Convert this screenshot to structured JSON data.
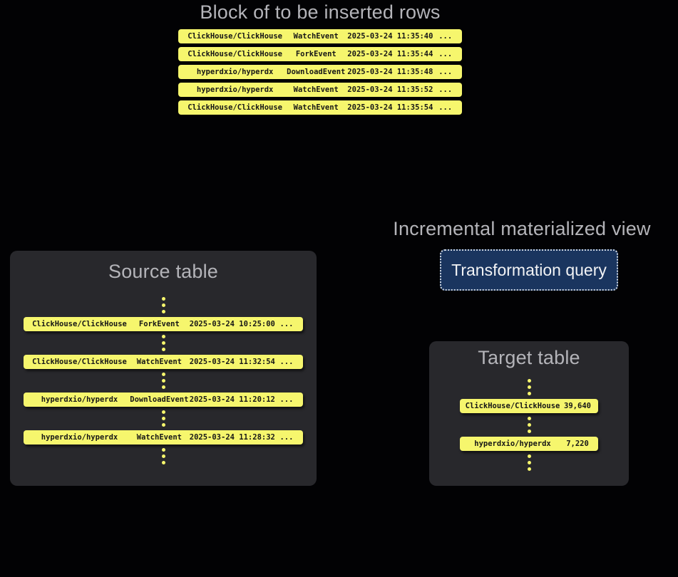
{
  "colors": {
    "background": "#020204",
    "panel_bg": "#28282c",
    "row_yellow": "#f6f66d",
    "row_text": "#161616",
    "title_gray": "#b4b4b9",
    "button_bg": "#1a355f",
    "button_border": "#cdd5e0",
    "button_text": "#f2f3f5"
  },
  "insert_block": {
    "title": "Block of to be inserted rows",
    "ellipsis": "...",
    "rows": [
      {
        "repo": "ClickHouse/ClickHouse",
        "event": "WatchEvent",
        "timestamp": "2025-03-24 11:35:40"
      },
      {
        "repo": "ClickHouse/ClickHouse",
        "event": "ForkEvent",
        "timestamp": "2025-03-24 11:35:44"
      },
      {
        "repo": "hyperdxio/hyperdx",
        "event": "DownloadEvent",
        "timestamp": "2025-03-24 11:35:48"
      },
      {
        "repo": "hyperdxio/hyperdx",
        "event": "WatchEvent",
        "timestamp": "2025-03-24 11:35:52"
      },
      {
        "repo": "ClickHouse/ClickHouse",
        "event": "WatchEvent",
        "timestamp": "2025-03-24 11:35:54"
      }
    ]
  },
  "source_table": {
    "title": "Source table",
    "ellipsis": "...",
    "rows": [
      {
        "repo": "ClickHouse/ClickHouse",
        "event": "ForkEvent",
        "timestamp": "2025-03-24 10:25:00"
      },
      {
        "repo": "ClickHouse/ClickHouse",
        "event": "WatchEvent",
        "timestamp": "2025-03-24 11:32:54"
      },
      {
        "repo": "hyperdxio/hyperdx",
        "event": "DownloadEvent",
        "timestamp": "2025-03-24 11:20:12"
      },
      {
        "repo": "hyperdxio/hyperdx",
        "event": "WatchEvent",
        "timestamp": "2025-03-24 11:28:32"
      }
    ]
  },
  "materialized_view": {
    "title": "Incremental materialized view",
    "button_label": "Transformation query"
  },
  "target_table": {
    "title": "Target table",
    "rows": [
      {
        "repo": "ClickHouse/ClickHouse",
        "count": "39,640"
      },
      {
        "repo": "hyperdxio/hyperdx",
        "count": "7,220"
      }
    ]
  }
}
